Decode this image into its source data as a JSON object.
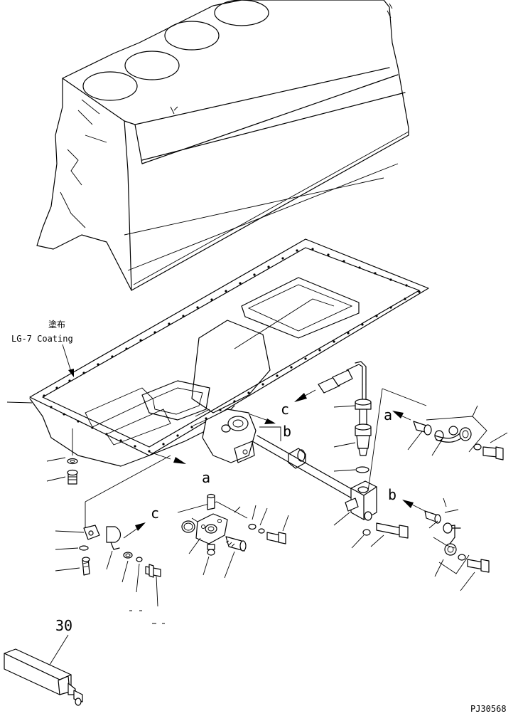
{
  "labels": {
    "coating_jp": "塗布",
    "coating_en": "LG-7 Coating",
    "ref_a": "a",
    "ref_b": "b",
    "ref_c": "c",
    "part_30": "30",
    "drawing_id": "PJ30568"
  },
  "colors": {
    "line": "#000000",
    "background": "#ffffff"
  }
}
